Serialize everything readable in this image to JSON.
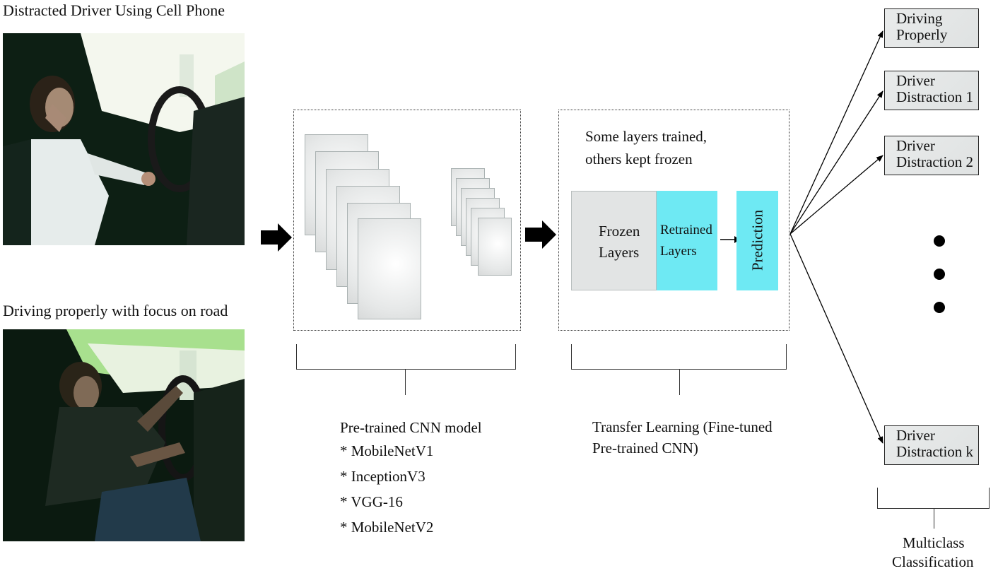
{
  "images": [
    {
      "caption": "Distracted Driver Using Cell Phone"
    },
    {
      "caption": "Driving properly with focus on road"
    }
  ],
  "pretrained": {
    "title": "Pre-trained CNN model",
    "models": [
      "* MobileNetV1",
      "* InceptionV3",
      "* VGG-16",
      "* MobileNetV2"
    ]
  },
  "transfer": {
    "note_line1": "Some layers trained,",
    "note_line2": "others kept frozen",
    "frozen_line1": "Frozen",
    "frozen_line2": "Layers",
    "retrained_line1": "Retrained",
    "retrained_line2": "Layers",
    "prediction": "Prediction",
    "caption_line1": "Transfer Learning (Fine-tuned",
    "caption_line2": "Pre-trained CNN)"
  },
  "classes": [
    {
      "line1": "Driving",
      "line2": "Properly"
    },
    {
      "line1": "Driver",
      "line2": "Distraction 1"
    },
    {
      "line1": "Driver",
      "line2": "Distraction 2"
    },
    {
      "line1": "Driver",
      "line2": "Distraction k"
    }
  ],
  "multiclass": {
    "line1": "Multiclass",
    "line2": "Classification"
  },
  "colors": {
    "retrained": "#6ee9f3",
    "frozen": "#e2e4e4",
    "prediction": "#6ee9f3"
  }
}
